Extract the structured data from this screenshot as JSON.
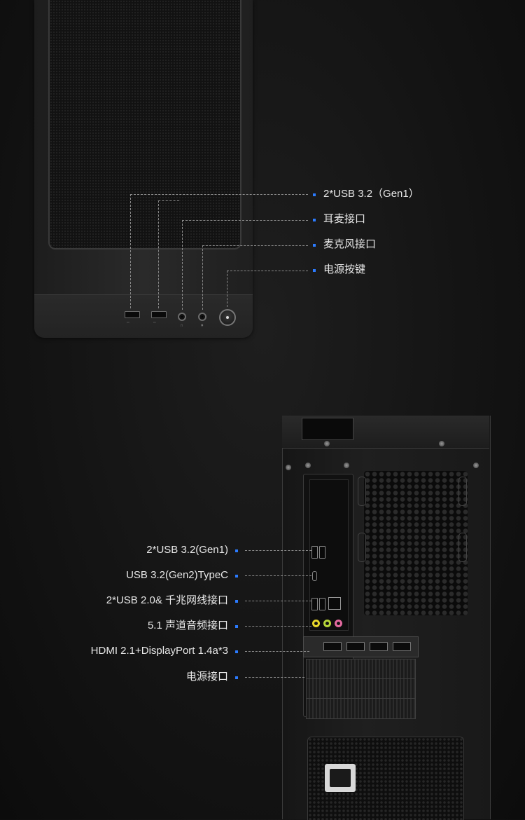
{
  "colors": {
    "background": "#141414",
    "bullet": "#2b7bff",
    "label_text": "#e8e8e8",
    "leader_line": "#8a8a8a",
    "audio_green": "#b7d63a",
    "audio_yellow": "#e8d72a",
    "audio_pink": "#e46aa0"
  },
  "front_panel": {
    "callouts": [
      {
        "label": "2*USB 3.2（Gen1）"
      },
      {
        "label": "耳麦接口"
      },
      {
        "label": "麦克风接口"
      },
      {
        "label": "电源按键"
      }
    ],
    "port_icons": [
      "usb-icon",
      "usb-icon",
      "headset-icon",
      "microphone-icon",
      "power-icon"
    ]
  },
  "rear_panel": {
    "callouts": [
      {
        "label": "2*USB 3.2(Gen1)"
      },
      {
        "label": "USB 3.2(Gen2)TypeC"
      },
      {
        "label": "2*USB 2.0& 千兆网线接口"
      },
      {
        "label": "5.1 声道音频接口"
      },
      {
        "label": "HDMI 2.1+DisplayPort 1.4a*3"
      },
      {
        "label": "电源接口"
      }
    ]
  }
}
